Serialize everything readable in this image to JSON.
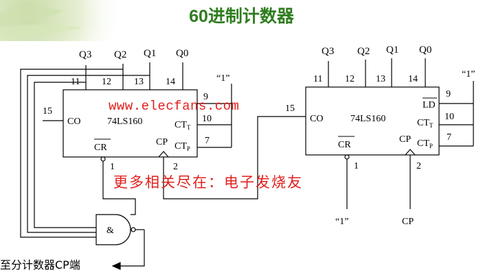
{
  "title": "60进制计数器",
  "watermark_url": "www.elecfans.com",
  "watermark_text": "更多相关尽在：电子发烧友",
  "bottom_label": "至分计数器CP端",
  "chip_name": "74LS160",
  "left_counter": {
    "outputs": [
      "Q3",
      "Q2",
      "Q1",
      "Q0"
    ],
    "output_pins": [
      "11",
      "12",
      "13",
      "14"
    ],
    "pin_co": "15",
    "pin_ld": "9",
    "pin_ctt": "10",
    "pin_ctp": "7",
    "pin_cr": "1",
    "pin_cp": "2",
    "label_co": "CO",
    "label_ctt": "CT",
    "label_ctt_sub": "T",
    "label_ctp": "CT",
    "label_ctp_sub": "P",
    "label_cr": "CR",
    "label_cp": "CP",
    "const_one": "“1”"
  },
  "right_counter": {
    "outputs": [
      "Q3",
      "Q2",
      "Q1",
      "Q0"
    ],
    "output_pins": [
      "11",
      "12",
      "13",
      "14"
    ],
    "pin_co": "15",
    "pin_ld": "9",
    "pin_ctt": "10",
    "pin_ctp": "7",
    "pin_cr": "1",
    "pin_cp": "2",
    "label_co": "CO",
    "label_ld": "LD",
    "label_ctt": "CT",
    "label_ctt_sub": "T",
    "label_ctp": "CT",
    "label_ctp_sub": "P",
    "label_cr": "CR",
    "label_cp": "CP",
    "const_one": "“1”",
    "cr_input": "“1”",
    "cp_input": "CP"
  },
  "and_gate_label": "&"
}
